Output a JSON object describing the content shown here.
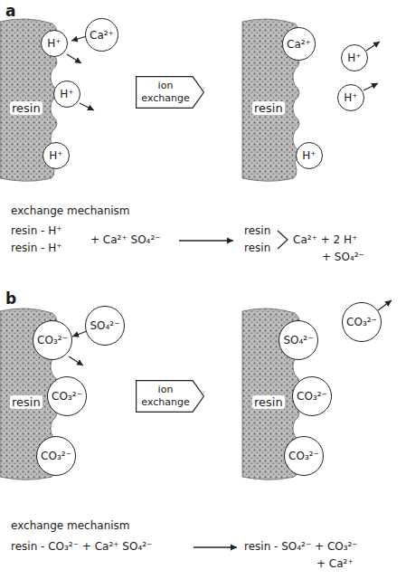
{
  "diagram": {
    "nodes": [
      {
        "text": [
          "resin"
        ]
      },
      {
        "text": [
          "H⁺"
        ]
      },
      {
        "text": [
          "Ca²⁺"
        ]
      },
      {
        "text": [
          "H⁺"
        ]
      },
      {
        "text": [
          "H⁺"
        ]
      },
      {
        "text": [
          "ion exchange"
        ]
      },
      {
        "text": [
          "resin"
        ]
      },
      {
        "text": [
          "Ca²⁺"
        ]
      },
      {
        "text": [
          "H⁺"
        ]
      },
      {
        "text": [
          "H⁺"
        ]
      },
      {
        "text": [
          "H⁺"
        ]
      },
      {
        "text": [
          "resin"
        ]
      },
      {
        "text": [
          "CO₃²⁻"
        ]
      },
      {
        "text": [
          "SO₄²⁻"
        ]
      },
      {
        "text": [
          "CO₃²⁻"
        ]
      },
      {
        "text": [
          "CO₃²⁻"
        ]
      },
      {
        "text": [
          "ion exchange"
        ]
      },
      {
        "text": [
          "resin"
        ]
      },
      {
        "text": [
          "SO₄²⁻"
        ]
      },
      {
        "text": [
          "CO₃²⁻"
        ]
      },
      {
        "text": [
          "CO₃²⁻"
        ]
      },
      {
        "text": [
          "CO₃²⁻"
        ]
      }
    ],
    "labels": [
      "a",
      "exchange mechanism",
      "resin - H⁺",
      "resin - H⁺",
      "+ Ca²⁺ SO₄²⁻",
      "resin",
      "resin",
      "Ca²⁺ + 2 H⁺",
      "+ SO₄²⁻",
      "b",
      "exchange mechanism",
      "resin - CO₃²⁻ + Ca²⁺ SO₄²⁻",
      "resin - SO₄²⁻ + CO₃²⁻",
      "+ Ca²⁺"
    ]
  }
}
